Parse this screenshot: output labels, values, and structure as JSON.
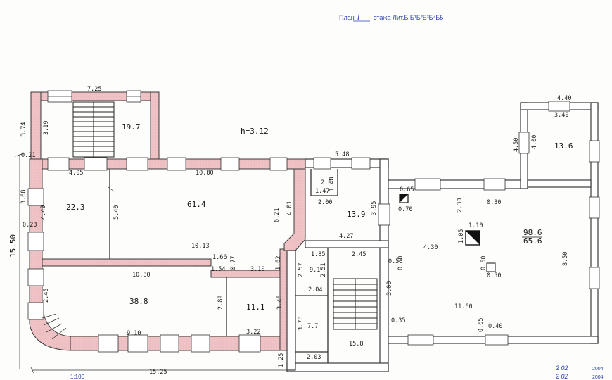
{
  "header": {
    "plan_prefix": "План",
    "floor": "I",
    "suffix": "этажа Лит.Б.Б¹Б²Б³Б⁴Б5"
  },
  "ceiling_height": "h=3.12",
  "scale_note": "1:100",
  "corner_stamp": {
    "line1": "2 02",
    "line2": "2 02",
    "year1": "2004",
    "year2": "2004"
  },
  "dimensions": {
    "top_725": "7.25",
    "d374": "3.74",
    "d319": "3.19",
    "d021": "0.21",
    "d405": "4.05",
    "d1080a": "10.80",
    "d368": "3.68",
    "d449": "4.49",
    "d540": "5.40",
    "d1013": "10.13",
    "d621": "6.21",
    "d401": "4.01",
    "d023": "0.23",
    "d1550": "15.50",
    "d166": "1.66",
    "d154": "1.54",
    "d077": "0.77",
    "d310": "3.10",
    "d162": "1.62",
    "d1080b": "10.80",
    "d245a": "2.45",
    "d289": "2.89",
    "d346": "3.46",
    "d322": "3.22",
    "d910": "9.10",
    "d1525": "15.25",
    "d125": "1.25",
    "d548": "5.48",
    "d147": "1.47",
    "d148": "1.48",
    "d200": "2.00",
    "d395": "3.95",
    "d427": "4.27",
    "d185": "1.85",
    "d245b": "2.45",
    "d257": "2.57",
    "d251": "2.51",
    "d204": "2.04",
    "d378": "3.78",
    "d203": "2.03",
    "d300": "3.00",
    "d440": "4.40",
    "d340": "3.40",
    "d450": "4.50",
    "d400": "4.00",
    "d065": "0.65",
    "d070": "0.70",
    "d230": "2.30",
    "d030": "0.30",
    "d110": "1.10",
    "d105": "1.05",
    "d430": "4.30",
    "d050": "0.50",
    "d050b": "0.50",
    "d050c": "0.50",
    "d050d": "0.50",
    "d1160": "11.60",
    "d035": "0.35",
    "d040": "0.40",
    "d850": "8.50",
    "d065b": "0.65"
  },
  "rooms": {
    "r197": "19.7",
    "r223": "22.3",
    "r614": "61.4",
    "r388": "38.8",
    "r111": "11.1",
    "r26": "2.6",
    "r139": "13.9",
    "r91": "9.1",
    "r77": "7.7",
    "r158": "15.8",
    "r136": "13.6",
    "r986": "98.6",
    "r656": "65.6"
  }
}
